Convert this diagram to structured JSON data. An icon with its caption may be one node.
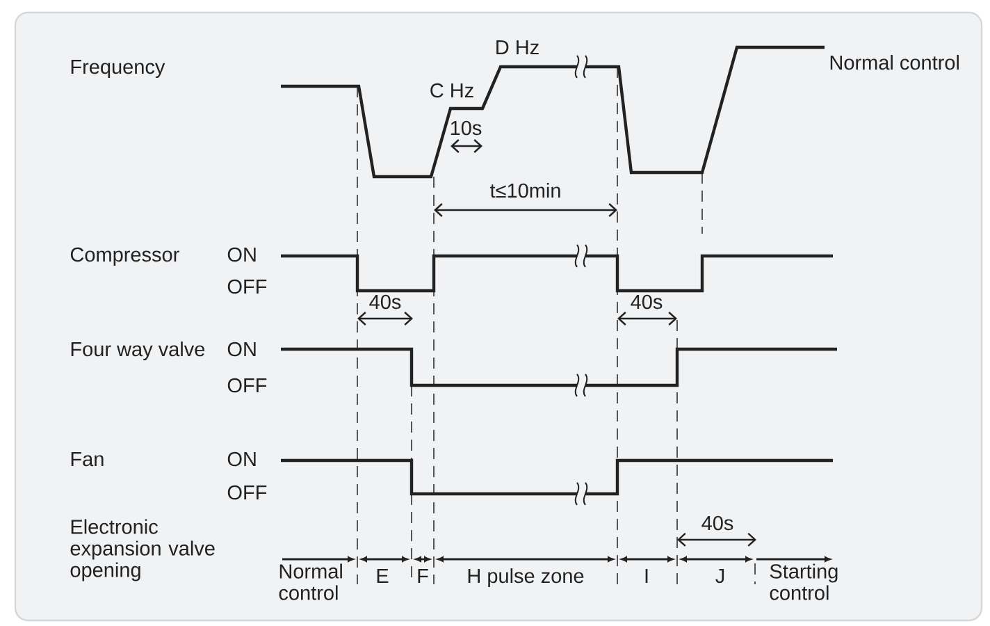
{
  "diagram": {
    "labels": [
      "D Hz",
      "Frequency",
      "C Hz",
      "Normal control",
      "10s",
      "t≤10min",
      "Compressor",
      "ON",
      "OFF",
      "40s",
      "40s",
      "Four way valve",
      "ON",
      "OFF",
      "Fan",
      "ON",
      "OFF",
      "40s",
      "Electronic expansion valve opening",
      "Normal control",
      "E",
      "F",
      "H pulse zone",
      "I",
      "J",
      "Starting control"
    ]
  }
}
